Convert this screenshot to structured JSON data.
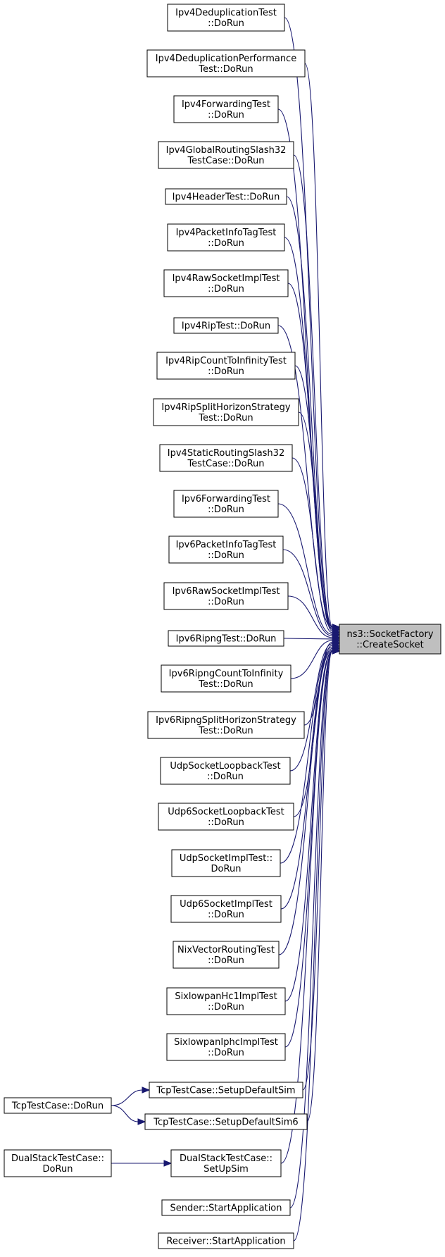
{
  "target": {
    "id": "target",
    "lines": [
      "ns3::SocketFactory",
      "::CreateSocket"
    ]
  },
  "nodes": [
    {
      "id": "n01",
      "lines": [
        "Ipv4DeduplicationTest",
        "::DoRun"
      ]
    },
    {
      "id": "n02",
      "lines": [
        "Ipv4DeduplicationPerformance",
        "Test::DoRun"
      ]
    },
    {
      "id": "n03",
      "lines": [
        "Ipv4ForwardingTest",
        "::DoRun"
      ]
    },
    {
      "id": "n04",
      "lines": [
        "Ipv4GlobalRoutingSlash32",
        "TestCase::DoRun"
      ]
    },
    {
      "id": "n05",
      "lines": [
        "Ipv4HeaderTest::DoRun"
      ]
    },
    {
      "id": "n06",
      "lines": [
        "Ipv4PacketInfoTagTest",
        "::DoRun"
      ]
    },
    {
      "id": "n07",
      "lines": [
        "Ipv4RawSocketImplTest",
        "::DoRun"
      ]
    },
    {
      "id": "n08",
      "lines": [
        "Ipv4RipTest::DoRun"
      ]
    },
    {
      "id": "n09",
      "lines": [
        "Ipv4RipCountToInfinityTest",
        "::DoRun"
      ]
    },
    {
      "id": "n10",
      "lines": [
        "Ipv4RipSplitHorizonStrategy",
        "Test::DoRun"
      ]
    },
    {
      "id": "n11",
      "lines": [
        "Ipv4StaticRoutingSlash32",
        "TestCase::DoRun"
      ]
    },
    {
      "id": "n12",
      "lines": [
        "Ipv6ForwardingTest",
        "::DoRun"
      ]
    },
    {
      "id": "n13",
      "lines": [
        "Ipv6PacketInfoTagTest",
        "::DoRun"
      ]
    },
    {
      "id": "n14",
      "lines": [
        "Ipv6RawSocketImplTest",
        "::DoRun"
      ]
    },
    {
      "id": "n15",
      "lines": [
        "Ipv6RipngTest::DoRun"
      ]
    },
    {
      "id": "n16",
      "lines": [
        "Ipv6RipngCountToInfinity",
        "Test::DoRun"
      ]
    },
    {
      "id": "n17",
      "lines": [
        "Ipv6RipngSplitHorizonStrategy",
        "Test::DoRun"
      ]
    },
    {
      "id": "n18",
      "lines": [
        "UdpSocketLoopbackTest",
        "::DoRun"
      ]
    },
    {
      "id": "n19",
      "lines": [
        "Udp6SocketLoopbackTest",
        "::DoRun"
      ]
    },
    {
      "id": "n20",
      "lines": [
        "UdpSocketImplTest::",
        "DoRun"
      ]
    },
    {
      "id": "n21",
      "lines": [
        "Udp6SocketImplTest",
        "::DoRun"
      ]
    },
    {
      "id": "n22",
      "lines": [
        "NixVectorRoutingTest",
        "::DoRun"
      ]
    },
    {
      "id": "n23",
      "lines": [
        "SixlowpanHc1ImplTest",
        "::DoRun"
      ]
    },
    {
      "id": "n24",
      "lines": [
        "SixlowpanIphcImplTest",
        "::DoRun"
      ]
    },
    {
      "id": "n25",
      "lines": [
        "TcpTestCase::SetupDefaultSim"
      ]
    },
    {
      "id": "n26",
      "lines": [
        "TcpTestCase::SetupDefaultSim6"
      ]
    },
    {
      "id": "n27",
      "lines": [
        "DualStackTestCase::",
        "SetUpSim"
      ]
    },
    {
      "id": "n28",
      "lines": [
        "Sender::StartApplication"
      ]
    },
    {
      "id": "n29",
      "lines": [
        "Receiver::StartApplication"
      ]
    },
    {
      "id": "n30",
      "lines": [
        "TcpTestCase::DoRun"
      ]
    },
    {
      "id": "n31",
      "lines": [
        "DualStackTestCase::",
        "DoRun"
      ]
    }
  ],
  "edges": [
    [
      "n01",
      "target"
    ],
    [
      "n02",
      "target"
    ],
    [
      "n03",
      "target"
    ],
    [
      "n04",
      "target"
    ],
    [
      "n05",
      "target"
    ],
    [
      "n06",
      "target"
    ],
    [
      "n07",
      "target"
    ],
    [
      "n08",
      "target"
    ],
    [
      "n09",
      "target"
    ],
    [
      "n10",
      "target"
    ],
    [
      "n11",
      "target"
    ],
    [
      "n12",
      "target"
    ],
    [
      "n13",
      "target"
    ],
    [
      "n14",
      "target"
    ],
    [
      "n15",
      "target"
    ],
    [
      "n16",
      "target"
    ],
    [
      "n17",
      "target"
    ],
    [
      "n18",
      "target"
    ],
    [
      "n19",
      "target"
    ],
    [
      "n20",
      "target"
    ],
    [
      "n21",
      "target"
    ],
    [
      "n22",
      "target"
    ],
    [
      "n23",
      "target"
    ],
    [
      "n24",
      "target"
    ],
    [
      "n25",
      "target"
    ],
    [
      "n26",
      "target"
    ],
    [
      "n27",
      "target"
    ],
    [
      "n28",
      "target"
    ],
    [
      "n29",
      "target"
    ],
    [
      "n30",
      "n25"
    ],
    [
      "n30",
      "n26"
    ],
    [
      "n31",
      "n27"
    ]
  ]
}
